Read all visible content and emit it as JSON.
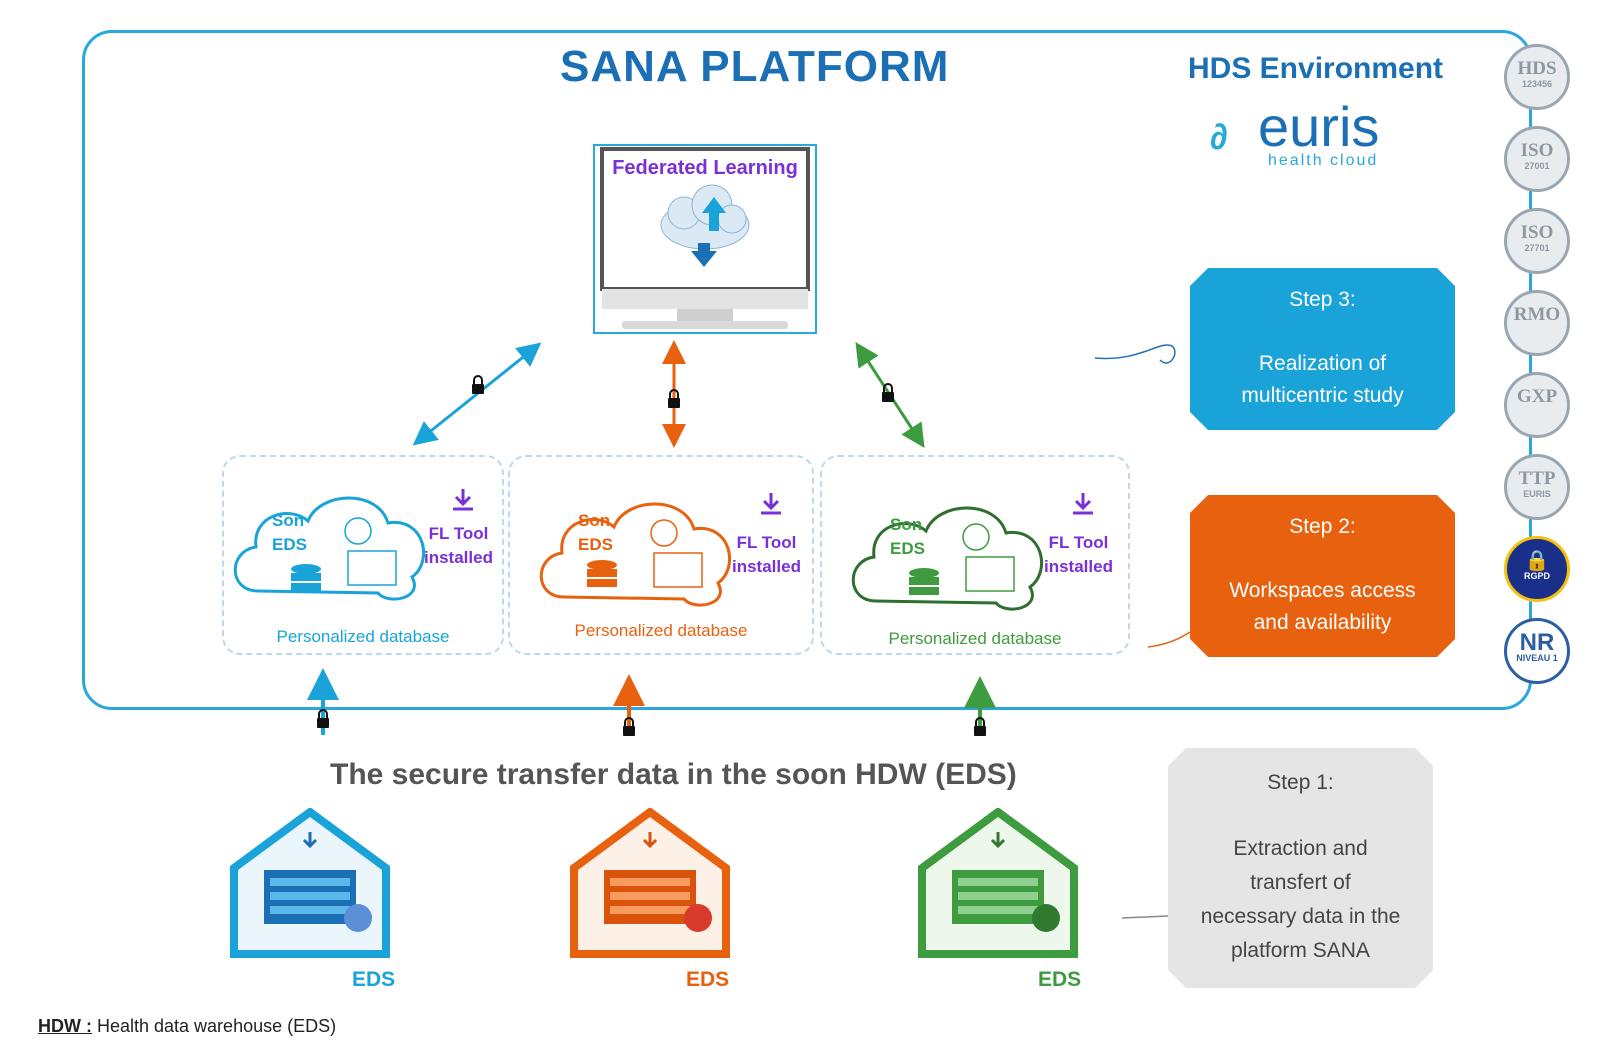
{
  "title": "SANA PLATFORM",
  "environment": {
    "heading": "HDS Environment",
    "logo_word": "euris",
    "logo_sub": "health cloud"
  },
  "federated": {
    "label": "Federated Learning"
  },
  "sites": [
    {
      "son": "Son",
      "eds": "EDS",
      "tool_line1": "FL Tool",
      "tool_line2": "installed",
      "db_label": "Personalized database",
      "color": "#1aa3d9",
      "eds_label": "EDS"
    },
    {
      "son": "Son",
      "eds": "EDS",
      "tool_line1": "FL Tool",
      "tool_line2": "installed",
      "db_label": "Personalized database",
      "color": "#e8610f",
      "eds_label": "EDS"
    },
    {
      "son": "Son",
      "eds": "EDS",
      "tool_line1": "FL Tool",
      "tool_line2": "installed",
      "db_label": "Personalized database",
      "color": "#3f9b3f",
      "eds_label": "EDS"
    }
  ],
  "steps": {
    "step3": {
      "title": "Step 3:",
      "line1": "Realization of",
      "line2": "multicentric study"
    },
    "step2": {
      "title": "Step 2:",
      "line1": "Workspaces access",
      "line2": "and availability"
    },
    "step1": {
      "title": "Step 1:",
      "line1": "Extraction and",
      "line2": "transfert of",
      "line3": "necessary data in the",
      "line4": "platform SANA"
    }
  },
  "badges": [
    {
      "big": "HDS",
      "small": "123456"
    },
    {
      "big": "ISO",
      "small": "27001"
    },
    {
      "big": "ISO",
      "small": "27701"
    },
    {
      "big": "RMO",
      "small": ""
    },
    {
      "big": "GXP",
      "small": ""
    },
    {
      "big": "TTP",
      "small": "EURIS"
    },
    {
      "big": "",
      "small": "RGPD"
    },
    {
      "big": "NR",
      "small": "NIVEAU 1"
    }
  ],
  "secure_transfer": "The secure transfer data in the soon HDW (EDS)",
  "footnote": {
    "term": "HDW :",
    "definition": " Health data warehouse (EDS)"
  },
  "colors": {
    "blue": "#1aa3d9",
    "orange": "#e8610f",
    "green": "#3f9b3f",
    "purple": "#7b2fd6",
    "title": "#1a6fb5"
  }
}
